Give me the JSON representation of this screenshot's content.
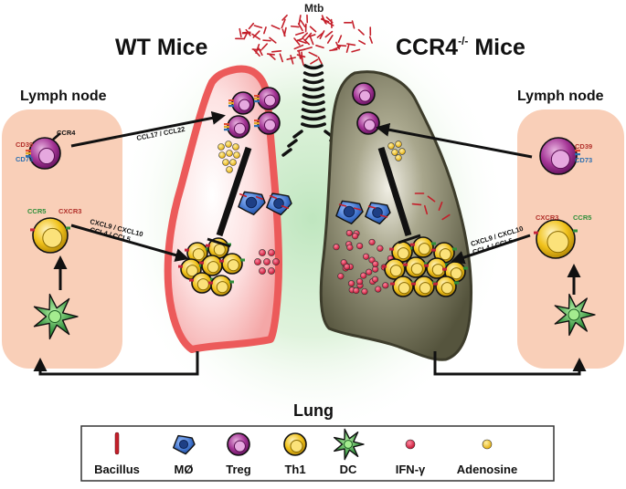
{
  "labels": {
    "mtb": "Mtb",
    "wt_title": "WT Mice",
    "ccr4_title_main": "CCR4",
    "ccr4_title_sup": "-/-",
    "ccr4_title_rest": " Mice",
    "lymph_node_left": "Lymph node",
    "lymph_node_right": "Lymph node",
    "lung": "Lung"
  },
  "chemokines": {
    "wt_treg": "CCL17 / CCL22",
    "wt_th1_line1": "CXCL9 / CXCL10",
    "wt_th1_line2": "CCL4 / CCL5",
    "ko_th1_line1": "CXCL9 / CXCL10",
    "ko_th1_line2": "CCL4 / CCL5"
  },
  "receptors": {
    "wt_ccr4": "CCR4",
    "wt_cd39": "CD39",
    "wt_cd73": "CD73",
    "wt_ccr5": "CCR5",
    "wt_cxcr3": "CXCR3",
    "ko_cd39": "CD39",
    "ko_cd73": "CD73",
    "ko_cxcr3": "CXCR3",
    "ko_ccr5": "CCR5"
  },
  "legend": {
    "items": [
      "Bacillus",
      "MØ",
      "Treg",
      "Th1",
      "DC",
      "IFN-γ",
      "Adenosine"
    ]
  },
  "colors": {
    "node_fill": "#f9cfb8",
    "wt_lung_outline": "#ec5a5a",
    "ko_lung_fill": "#58573f",
    "treg": "#8e2385",
    "th1": "#f1c21b",
    "macrophage": "#3b6fc9",
    "dc": "#2f8f3a",
    "ifng": "#d3173f",
    "adenosine": "#f2c21a",
    "bacillus": "#c41f2a"
  }
}
